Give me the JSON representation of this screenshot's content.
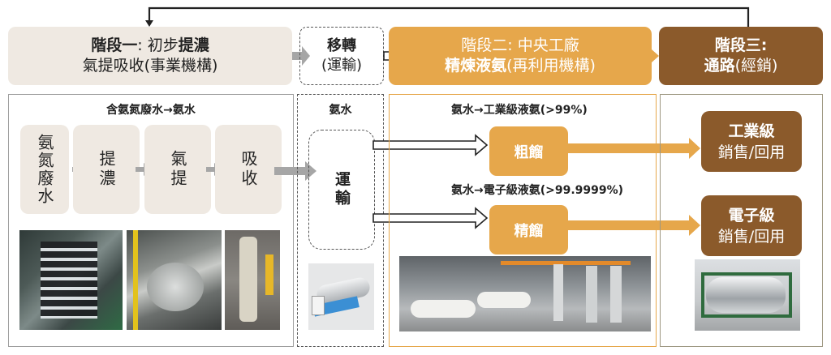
{
  "stage1": {
    "title_bold": "階段一",
    "title_plain": ": 初步",
    "title_bold2": "提濃",
    "subtitle": "氣提吸收(事業機構)"
  },
  "transfer": {
    "title": "移轉",
    "subtitle": "(運輸)"
  },
  "stage2": {
    "title": "階段二: 中央工廠",
    "subtitle_bold": "精煉液氨",
    "subtitle_plain": "(再利用機構)"
  },
  "stage3": {
    "title": "階段三:",
    "subtitle_bold": "通路",
    "subtitle_plain": "(經銷)"
  },
  "panel1": {
    "title": "含氨氮廢水→氨水",
    "steps": [
      "氨氮廢水",
      "提濃",
      "氣提",
      "吸收"
    ],
    "photos": [
      "membrane-module-stack-photo",
      "stainless-stripping-vessel-photo",
      "absorption-tower-photo"
    ]
  },
  "panel2": {
    "title": "氨水",
    "transport": "運輸",
    "photo": "tanker-truck-photo"
  },
  "panel3": {
    "route1_label": "氨水→工業級液氨(>99%)",
    "route1_box": "粗餾",
    "route2_label": "氨水→電子級液氨(>99.9999%)",
    "route2_box": "精餾",
    "photo": "central-plant-distillation-photo"
  },
  "panel4": {
    "product1_title": "工業級",
    "product1_sub": "銷售/回用",
    "product2_title": "電子級",
    "product2_sub": "銷售/回用",
    "photo": "iso-tank-container-photo"
  },
  "colors": {
    "stage1": "#efe9e2",
    "stage2": "#e6a74b",
    "stage3": "#8b5a2b",
    "arrow_gray": "#a6a6a6"
  }
}
